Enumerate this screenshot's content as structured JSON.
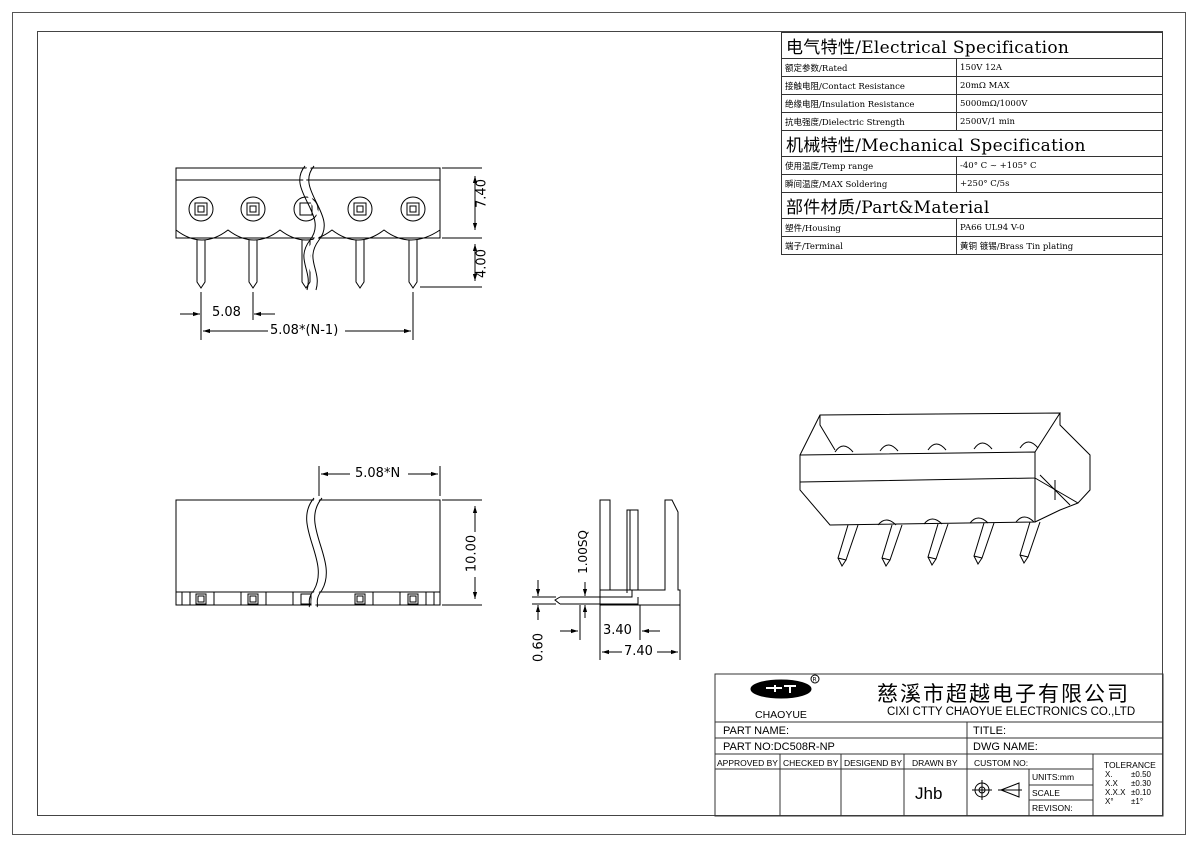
{
  "spec_table": {
    "electrical_header": "电气特性/Electrical Specification",
    "electrical_rows": [
      {
        "label": "额定参数/Rated",
        "value": "150V  12A"
      },
      {
        "label": "接触电阻/Contact Resistance",
        "value": "20mΩ MAX"
      },
      {
        "label": "绝缘电阻/Insulation Resistance",
        "value": "5000mΩ/1000V"
      },
      {
        "label": "抗电强度/Dielectric Strength",
        "value": "2500V/1 min"
      }
    ],
    "mechanical_header": "机械特性/Mechanical Specification",
    "mechanical_rows": [
      {
        "label": "使用温度/Temp range",
        "value": "-40° C ~ +105° C"
      },
      {
        "label": "瞬间温度/MAX Soldering",
        "value": "+250° C/5s"
      }
    ],
    "material_header": "部件材质/Part&Material",
    "material_rows": [
      {
        "label": "塑件/Housing",
        "value": "PA66 UL94 V-0"
      },
      {
        "label": "端子/Terminal",
        "value": "黄铜 镀锡/Brass Tin plating"
      }
    ]
  },
  "dimensions": {
    "front_height": "7.40",
    "pin_length": "4.00",
    "pitch": "5.08",
    "span": "5.08*(N-1)",
    "body_length": "5.08*N",
    "body_height": "10.00",
    "pin_square": "1.00SQ",
    "pin_thickness": "0.60",
    "side_offset": "3.40",
    "side_depth": "7.40"
  },
  "title_block": {
    "brand": "CHAOYUE",
    "company_cn": "慈溪市超越电子有限公司",
    "company_en": "CIXI CTTY CHAOYUE ELECTRONICS CO.,LTD",
    "part_name_label": "PART NAME:",
    "title_label": "TITLE:",
    "part_no": "PART NO:DC508R-NP",
    "dwg_name_label": "DWG NAME:",
    "approved_by": "APPROVED BY",
    "checked_by": "CHECKED BY",
    "designed_by": "DESIGEND BY",
    "drawn_by": "DRAWN BY",
    "drawn_by_value": "Jhb",
    "custom_no": "CUSTOM NO:",
    "units": "UNITS:mm",
    "scale": "SCALE",
    "revision": "REVISON:",
    "tolerance_title": "TOLERANCE",
    "tolerances": [
      {
        "key": "X.",
        "value": "±0.50"
      },
      {
        "key": "X.X",
        "value": "±0.30"
      },
      {
        "key": "X.X.X",
        "value": "±0.10"
      },
      {
        "key": "X°",
        "value": "±1°"
      }
    ]
  }
}
